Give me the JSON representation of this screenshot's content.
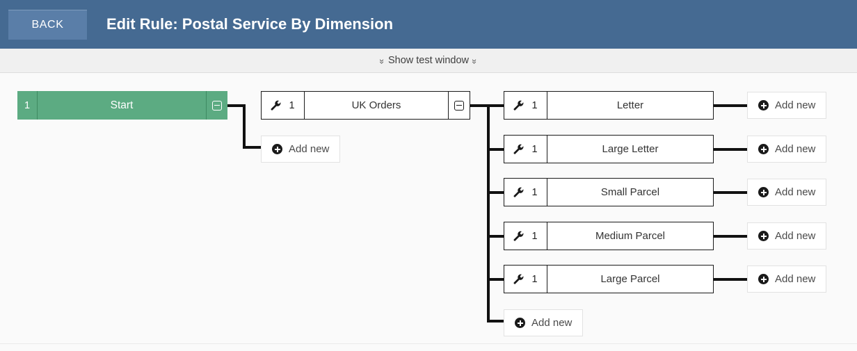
{
  "header": {
    "back_label": "BACK",
    "title": "Edit Rule: Postal Service By Dimension",
    "bg_color": "#456a92",
    "back_bg_color": "#5a7ea8"
  },
  "testbar": {
    "label": "Show test window",
    "chevron_left": "»",
    "chevron_right": "»"
  },
  "tree": {
    "start": {
      "index": "1",
      "label": "Start",
      "toggle": "collapse-icon",
      "color": "#5cab82"
    },
    "level1": [
      {
        "icon": "wrench-icon",
        "count": "1",
        "label": "UK Orders",
        "toggle": "collapse-icon"
      }
    ],
    "level1_add": {
      "label": "Add new",
      "icon": "plus-circle-icon"
    },
    "level2": [
      {
        "icon": "wrench-icon",
        "count": "1",
        "label": "Letter"
      },
      {
        "icon": "wrench-icon",
        "count": "1",
        "label": "Large Letter"
      },
      {
        "icon": "wrench-icon",
        "count": "1",
        "label": "Small Parcel"
      },
      {
        "icon": "wrench-icon",
        "count": "1",
        "label": "Medium Parcel"
      },
      {
        "icon": "wrench-icon",
        "count": "1",
        "label": "Large Parcel"
      }
    ],
    "level2_add": {
      "label": "Add new",
      "icon": "plus-circle-icon"
    },
    "level3_add": [
      {
        "label": "Add new",
        "icon": "plus-circle-icon"
      },
      {
        "label": "Add new",
        "icon": "plus-circle-icon"
      },
      {
        "label": "Add new",
        "icon": "plus-circle-icon"
      },
      {
        "label": "Add new",
        "icon": "plus-circle-icon"
      },
      {
        "label": "Add new",
        "icon": "plus-circle-icon"
      }
    ]
  }
}
